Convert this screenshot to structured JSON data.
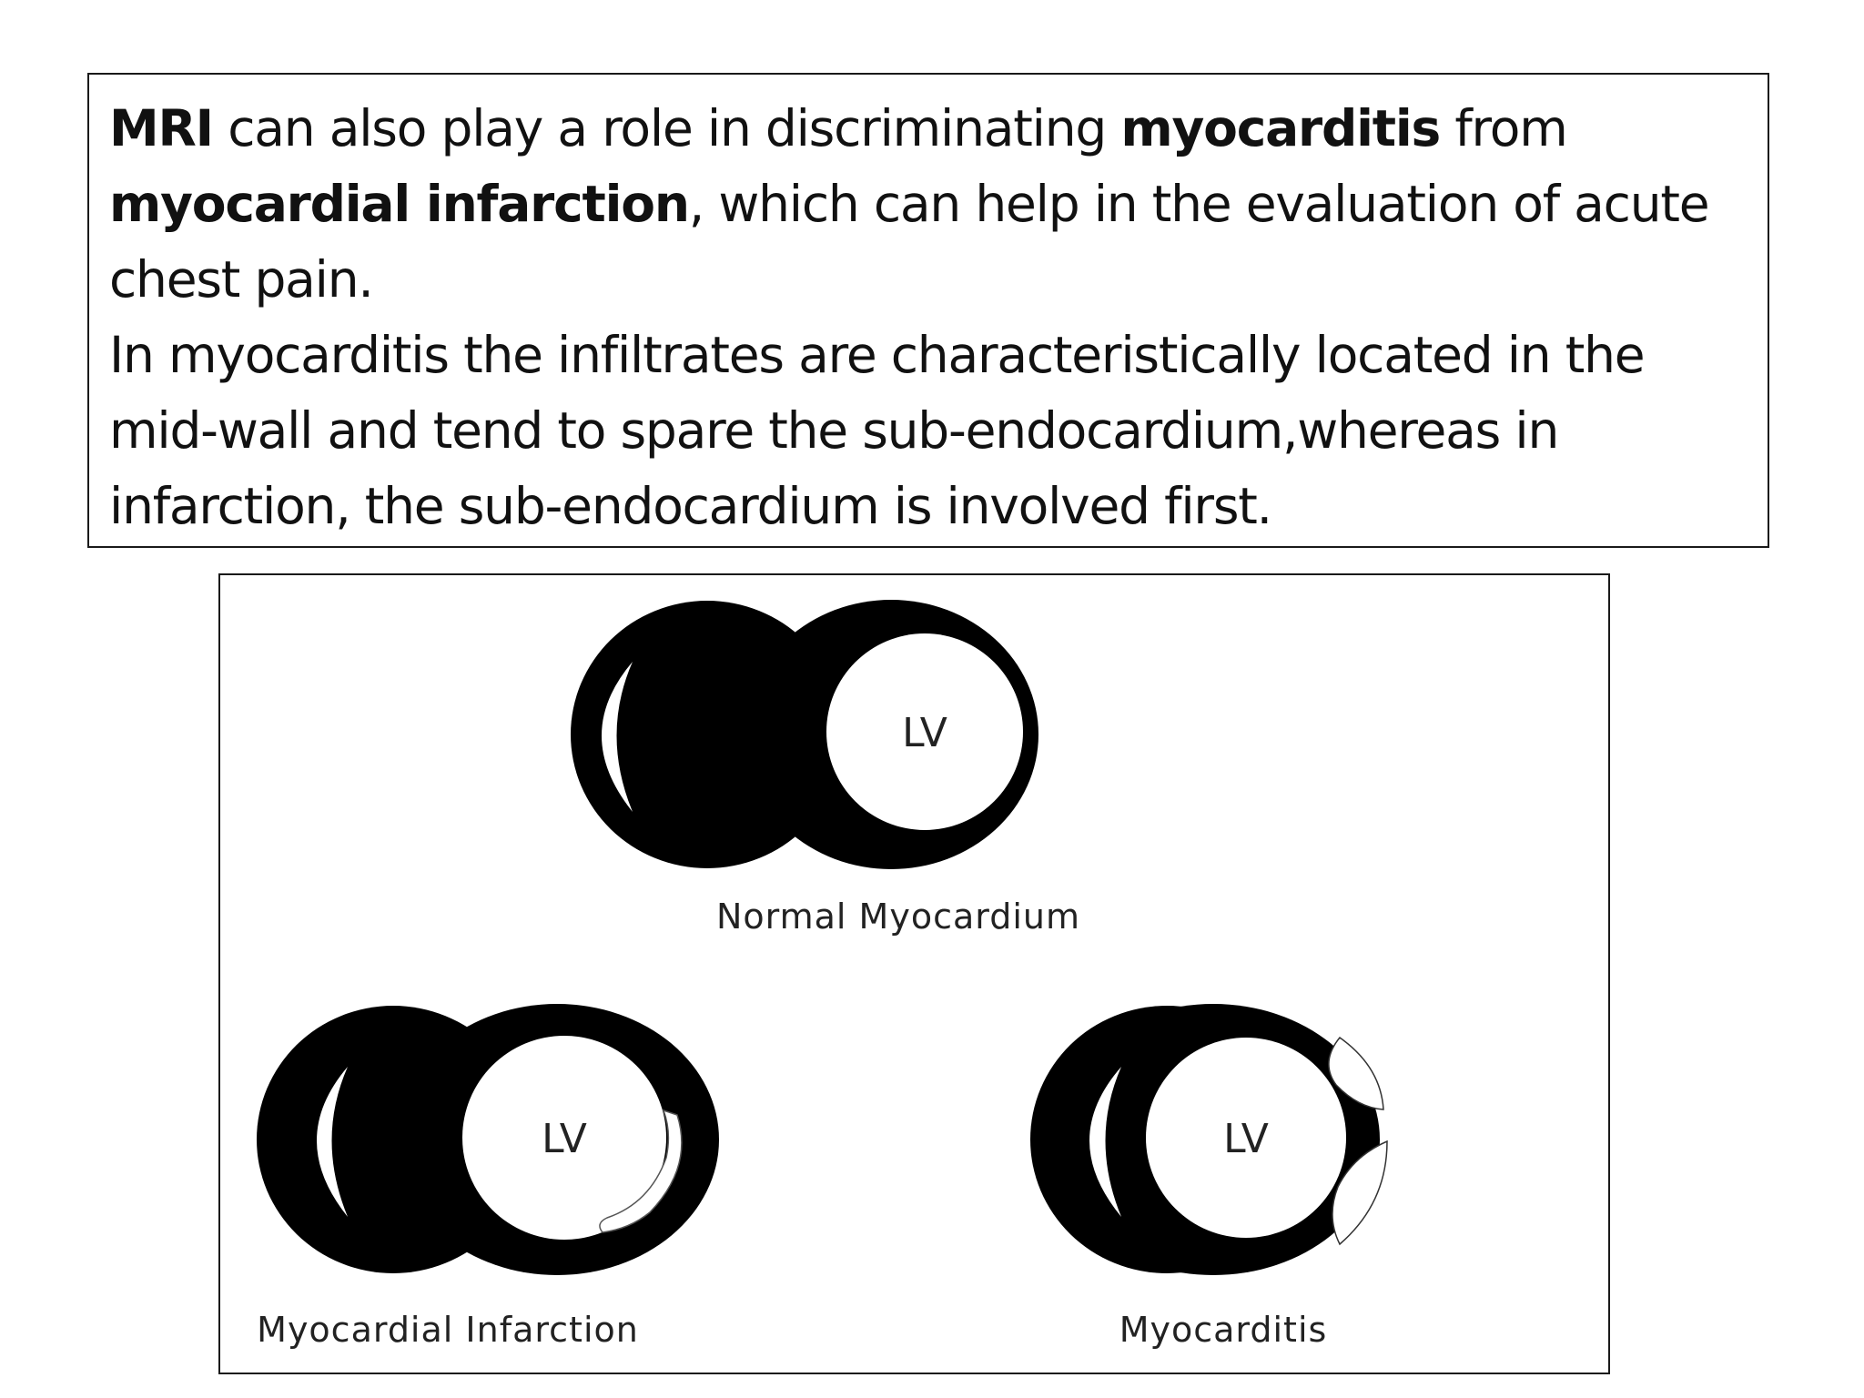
{
  "paragraph1": {
    "t1": "MRI",
    "t2": " can also play a role in discriminating ",
    "t3": "myocarditis",
    "t4": " from ",
    "t5": "myocardial infarction",
    "t6": ", which can help in the evaluation of acute chest pain."
  },
  "paragraph2": " In myocarditis the infiltrates are characteristically located in the mid-wall and tend to spare the sub-endocardium,whereas in infarction, the sub-endocardium is involved first.",
  "diagram": {
    "normal": {
      "lv_label": "LV",
      "caption": "Normal Myocardium"
    },
    "infarction": {
      "lv_label": "LV",
      "caption": "Myocardial Infarction"
    },
    "myocarditis": {
      "lv_label": "LV",
      "caption": "Myocarditis"
    }
  }
}
